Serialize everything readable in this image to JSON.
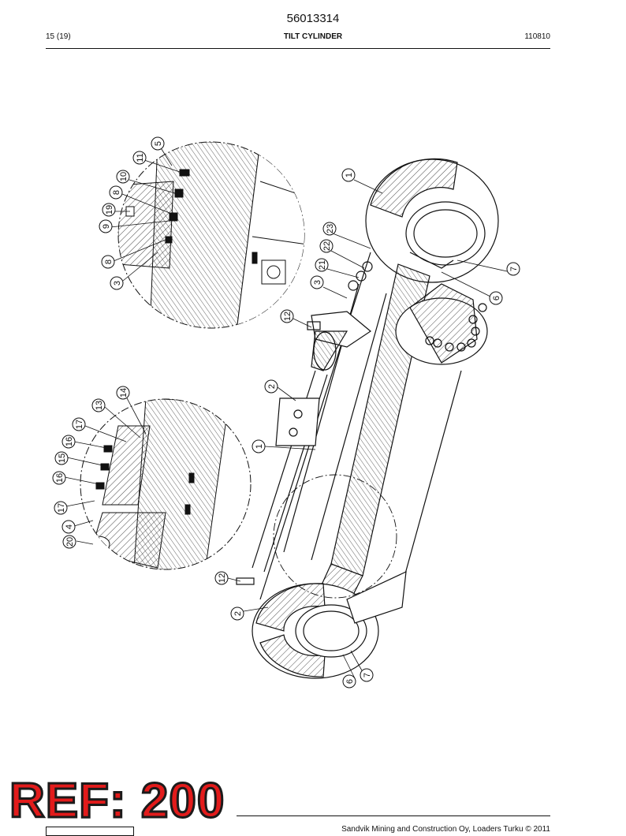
{
  "header": {
    "document_number": "56013314",
    "page_counter": "15 (19)",
    "title": "TILT CYLINDER",
    "date_code": "110810"
  },
  "stamp": {
    "ref_label": "REF: 200"
  },
  "footer": {
    "copyright": "Sandvik Mining and Construction Oy, Loaders Turku © 2011"
  },
  "callouts": {
    "main": [
      "1",
      "23",
      "22",
      "21",
      "3",
      "12",
      "7",
      "6",
      "2",
      "1",
      "12",
      "2",
      "6",
      "7"
    ],
    "detail_top": [
      "5",
      "11",
      "10",
      "8",
      "19",
      "9",
      "8",
      "3"
    ],
    "detail_bottom": [
      "14",
      "13",
      "17",
      "16",
      "15",
      "16",
      "17",
      "4",
      "20"
    ]
  },
  "colors": {
    "ink": "#111111",
    "stamp_red": "#e21b1b"
  }
}
